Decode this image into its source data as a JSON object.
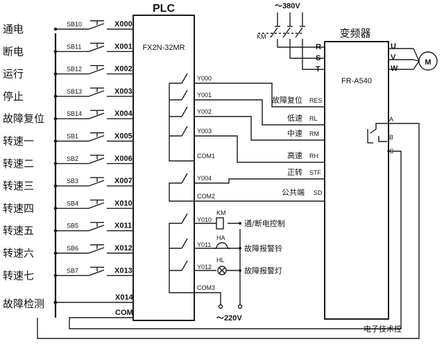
{
  "plc": {
    "title": "PLC",
    "model": "FX2N-32MR",
    "com_label": "COM"
  },
  "inverter": {
    "title": "变频器",
    "model": "FR-A540"
  },
  "power": {
    "three_phase": "～380V",
    "ac220": "～220V",
    "km": "KM",
    "phases_in": [
      "R",
      "S",
      "T"
    ],
    "phases_out": [
      "U",
      "V",
      "W"
    ],
    "motor": "M"
  },
  "inputs": [
    {
      "label": "通电",
      "sb": "SB10",
      "x": "X000"
    },
    {
      "label": "断电",
      "sb": "SB11",
      "x": "X001"
    },
    {
      "label": "运行",
      "sb": "SB12",
      "x": "X002"
    },
    {
      "label": "停止",
      "sb": "SB13",
      "x": "X003"
    },
    {
      "label": "故障复位",
      "sb": "SB14",
      "x": "X004"
    },
    {
      "label": "转速一",
      "sb": "SB1",
      "x": "X005"
    },
    {
      "label": "转速二",
      "sb": "SB2",
      "x": "X006"
    },
    {
      "label": "转速三",
      "sb": "SB3",
      "x": "X007"
    },
    {
      "label": "转速四",
      "sb": "SB4",
      "x": "X010"
    },
    {
      "label": "转速五",
      "sb": "SB5",
      "x": "X011"
    },
    {
      "label": "转速六",
      "sb": "SB6",
      "x": "X012"
    },
    {
      "label": "转速七",
      "sb": "SB7",
      "x": "X013"
    }
  ],
  "fault_input": {
    "label": "故障检测",
    "x": "X014"
  },
  "outputs": [
    {
      "y": "Y000",
      "desc": "故障复位",
      "term": "RES"
    },
    {
      "y": "Y001",
      "desc": "低速",
      "term": "RL"
    },
    {
      "y": "Y002",
      "desc": "中速",
      "term": "RM"
    },
    {
      "y": "Y003",
      "desc": "高速",
      "term": "RH"
    },
    {
      "y": "Y004",
      "desc": "正转",
      "term": "STF"
    }
  ],
  "commons": [
    "COM1",
    "COM2",
    "COM3"
  ],
  "common_terminal": {
    "desc": "公共端",
    "term": "SD"
  },
  "alarm_outputs": [
    {
      "y": "Y010",
      "device": "KM",
      "desc": "通/断电控制"
    },
    {
      "y": "Y011",
      "device": "HA",
      "desc": "故障报警铃"
    },
    {
      "y": "Y012",
      "device": "HL",
      "desc": "故障报警灯"
    }
  ],
  "fault_terminals": [
    "A",
    "B",
    "C"
  ],
  "watermark": "电子技术控"
}
